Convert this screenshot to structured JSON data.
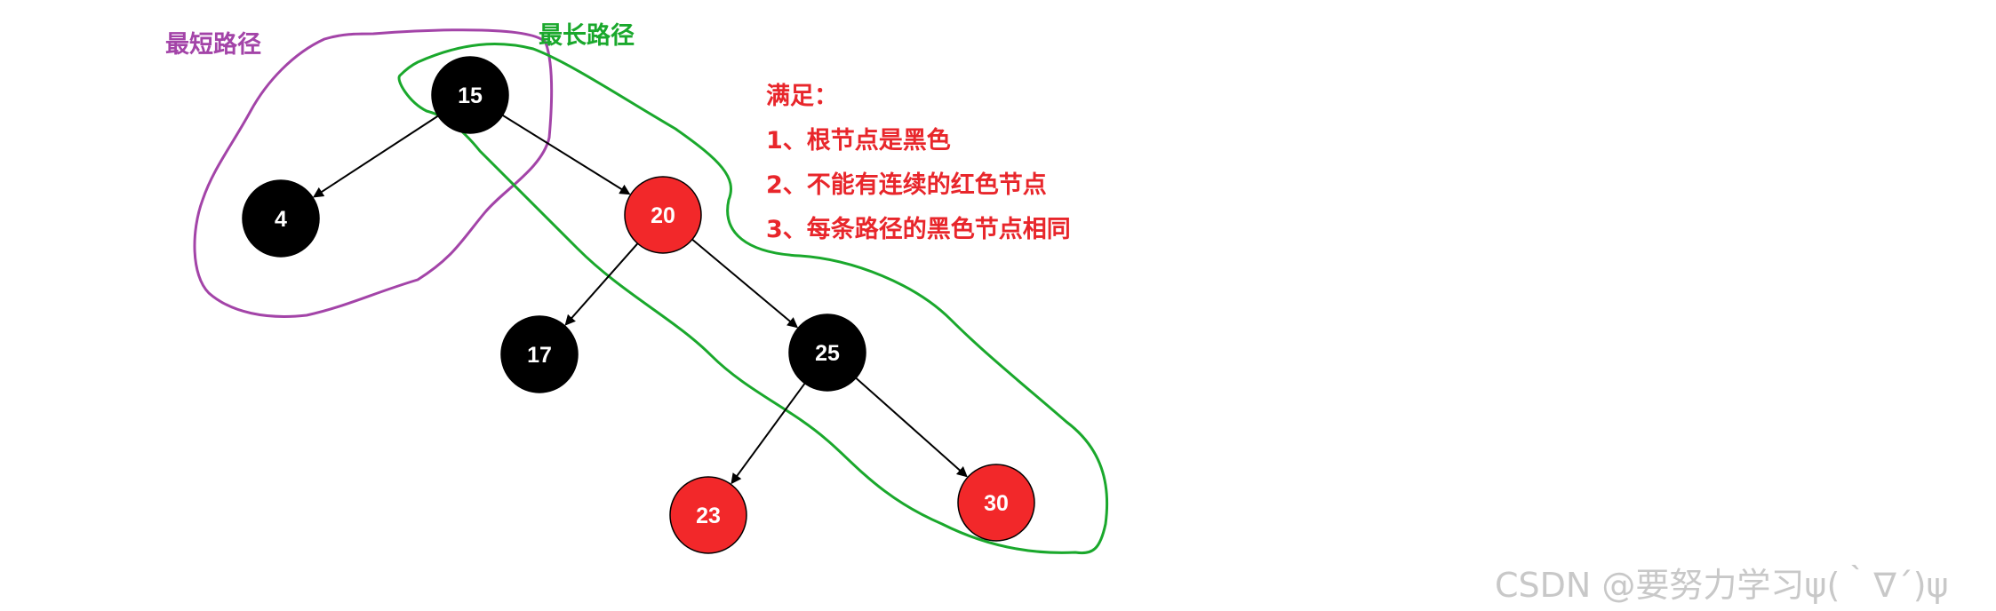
{
  "colors": {
    "black_node": "#000000",
    "red_node": "#f2282a",
    "node_text": "#ffffff",
    "shortest_path": "#a344a8",
    "longest_path": "#1aa82c",
    "rules_text": "#e8262b",
    "watermark": "#c8c8c8"
  },
  "labels": {
    "shortest": "最短路径",
    "longest": "最长路径"
  },
  "rules": {
    "heading": "满足：",
    "items": [
      "1、根节点是黑色",
      "2、不能有连续的红色节点",
      "3、每条路径的黑色节点相同"
    ]
  },
  "tree": {
    "nodes": [
      {
        "id": "n15",
        "value": "15",
        "color": "black"
      },
      {
        "id": "n4",
        "value": "4",
        "color": "black"
      },
      {
        "id": "n20",
        "value": "20",
        "color": "red"
      },
      {
        "id": "n17",
        "value": "17",
        "color": "black"
      },
      {
        "id": "n25",
        "value": "25",
        "color": "black"
      },
      {
        "id": "n23",
        "value": "23",
        "color": "red"
      },
      {
        "id": "n30",
        "value": "30",
        "color": "red"
      }
    ],
    "edges": [
      {
        "from": "n15",
        "to": "n4"
      },
      {
        "from": "n15",
        "to": "n20"
      },
      {
        "from": "n20",
        "to": "n17"
      },
      {
        "from": "n20",
        "to": "n25"
      },
      {
        "from": "n25",
        "to": "n23"
      },
      {
        "from": "n25",
        "to": "n30"
      }
    ]
  },
  "watermark": "CSDN @要努力学习ψ(｀∇´)ψ"
}
